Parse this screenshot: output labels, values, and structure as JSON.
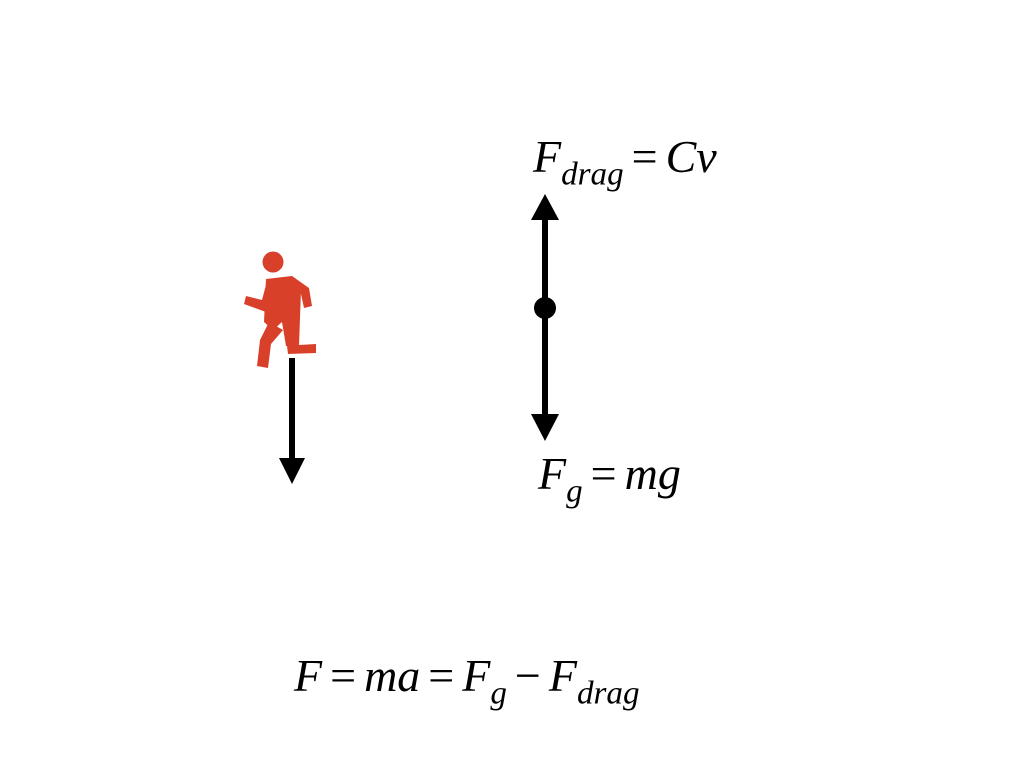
{
  "colors": {
    "figure": "#d9402a",
    "arrow": "#000000",
    "background": "#ffffff"
  },
  "icons": {
    "person": "running-person-icon",
    "fall_arrow": "arrow-down-icon",
    "force_up": "arrow-up-icon",
    "force_down": "arrow-down-icon",
    "point": "point-mass-dot"
  },
  "drag_equation": {
    "F": "F",
    "sub": "drag",
    "eq": "=",
    "rhs": "Cv"
  },
  "gravity_equation": {
    "F": "F",
    "sub": "g",
    "eq": "=",
    "rhs": "mg"
  },
  "net_equation": {
    "F": "F",
    "eq1": "=",
    "ma": "ma",
    "eq2": "=",
    "Fg": "F",
    "g_sub": "g",
    "minus": "−",
    "Fd": "F",
    "drag_sub": "drag"
  }
}
